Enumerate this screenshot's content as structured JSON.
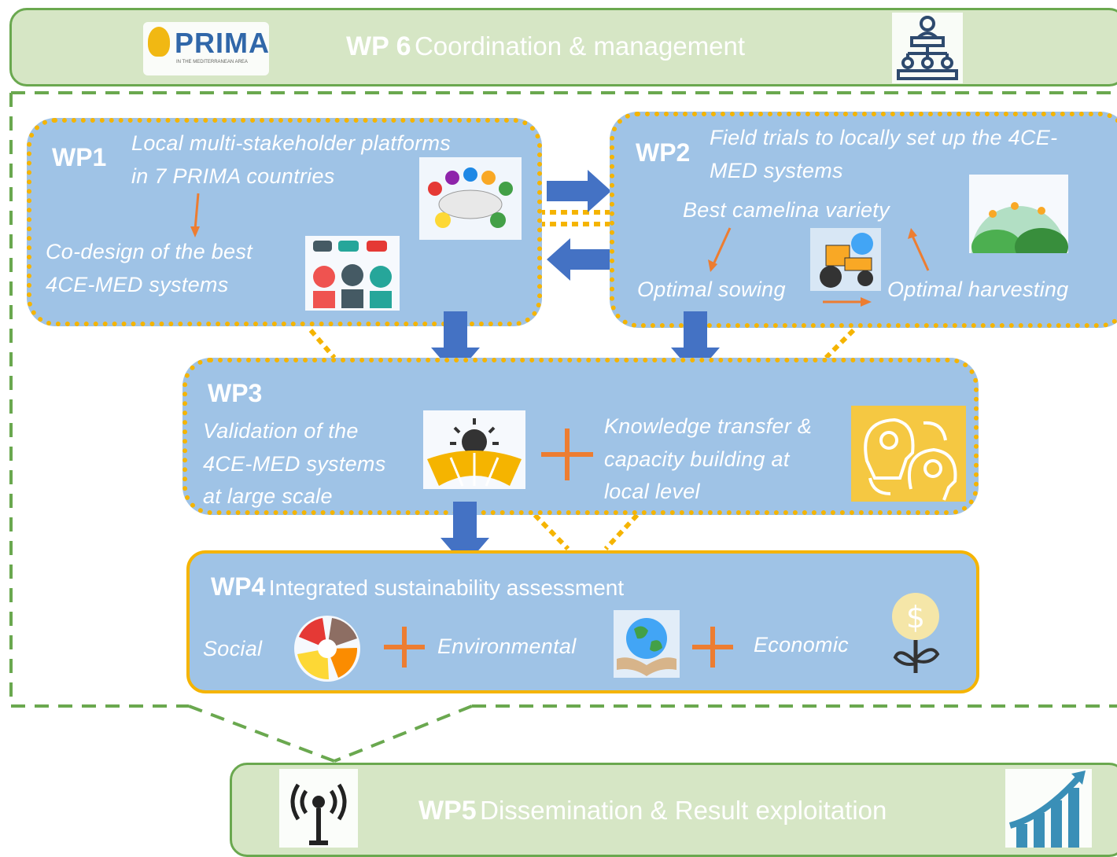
{
  "wp6": {
    "code": "WP 6",
    "title": "Coordination & management",
    "logo_text": "PRIMA",
    "logo_sub": "IN THE MEDITERRANEAN AREA"
  },
  "wp1": {
    "code": "WP1",
    "line1": "Local multi-stakeholder platforms",
    "line2": "in 7 PRIMA countries",
    "line3": "Co-design of the best",
    "line4": "4CE-MED systems"
  },
  "wp2": {
    "code": "WP2",
    "line1": "Field trials to locally set up the 4CE-",
    "line2": "MED systems",
    "variety": "Best camelina variety",
    "sowing": "Optimal sowing",
    "harvesting": "Optimal harvesting"
  },
  "wp3": {
    "code": "WP3",
    "left1": "Validation of the",
    "left2": "4CE-MED systems",
    "left3": "at large scale",
    "right1": "Knowledge transfer &",
    "right2": "capacity building at",
    "right3": "local level"
  },
  "wp4": {
    "code": "WP4",
    "title": "Integrated sustainability assessment",
    "social": "Social",
    "environmental": "Environmental",
    "economic": "Economic"
  },
  "wp5": {
    "code": "WP5",
    "title": "Dissemination & Result exploitation"
  },
  "colors": {
    "green_fill": "#d6e6c5",
    "green_border": "#6aa84f",
    "blue_fill": "#9fc3e6",
    "yellow_border": "#f5b400",
    "arrow_blue": "#4472c4",
    "accent_orange": "#ed7d31"
  }
}
